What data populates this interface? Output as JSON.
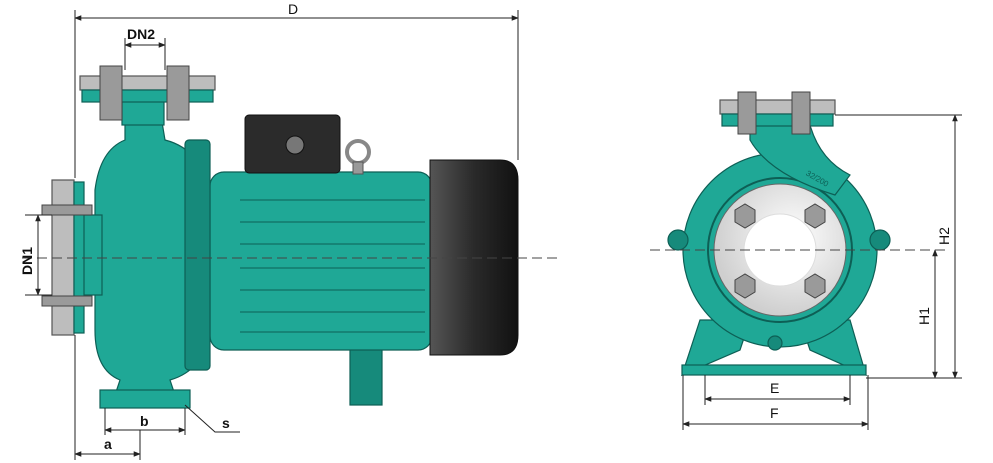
{
  "labels": {
    "D": "D",
    "DN2": "DN2",
    "DN1": "DN1",
    "a": "a",
    "b": "b",
    "s": "s",
    "E": "E",
    "F": "F",
    "H1": "H1",
    "H2": "H2",
    "casing_marking": "32/200"
  },
  "colors": {
    "body": "#1fa896",
    "fan_cover": "#2a2a2a",
    "flange": "#bdbdbd"
  }
}
